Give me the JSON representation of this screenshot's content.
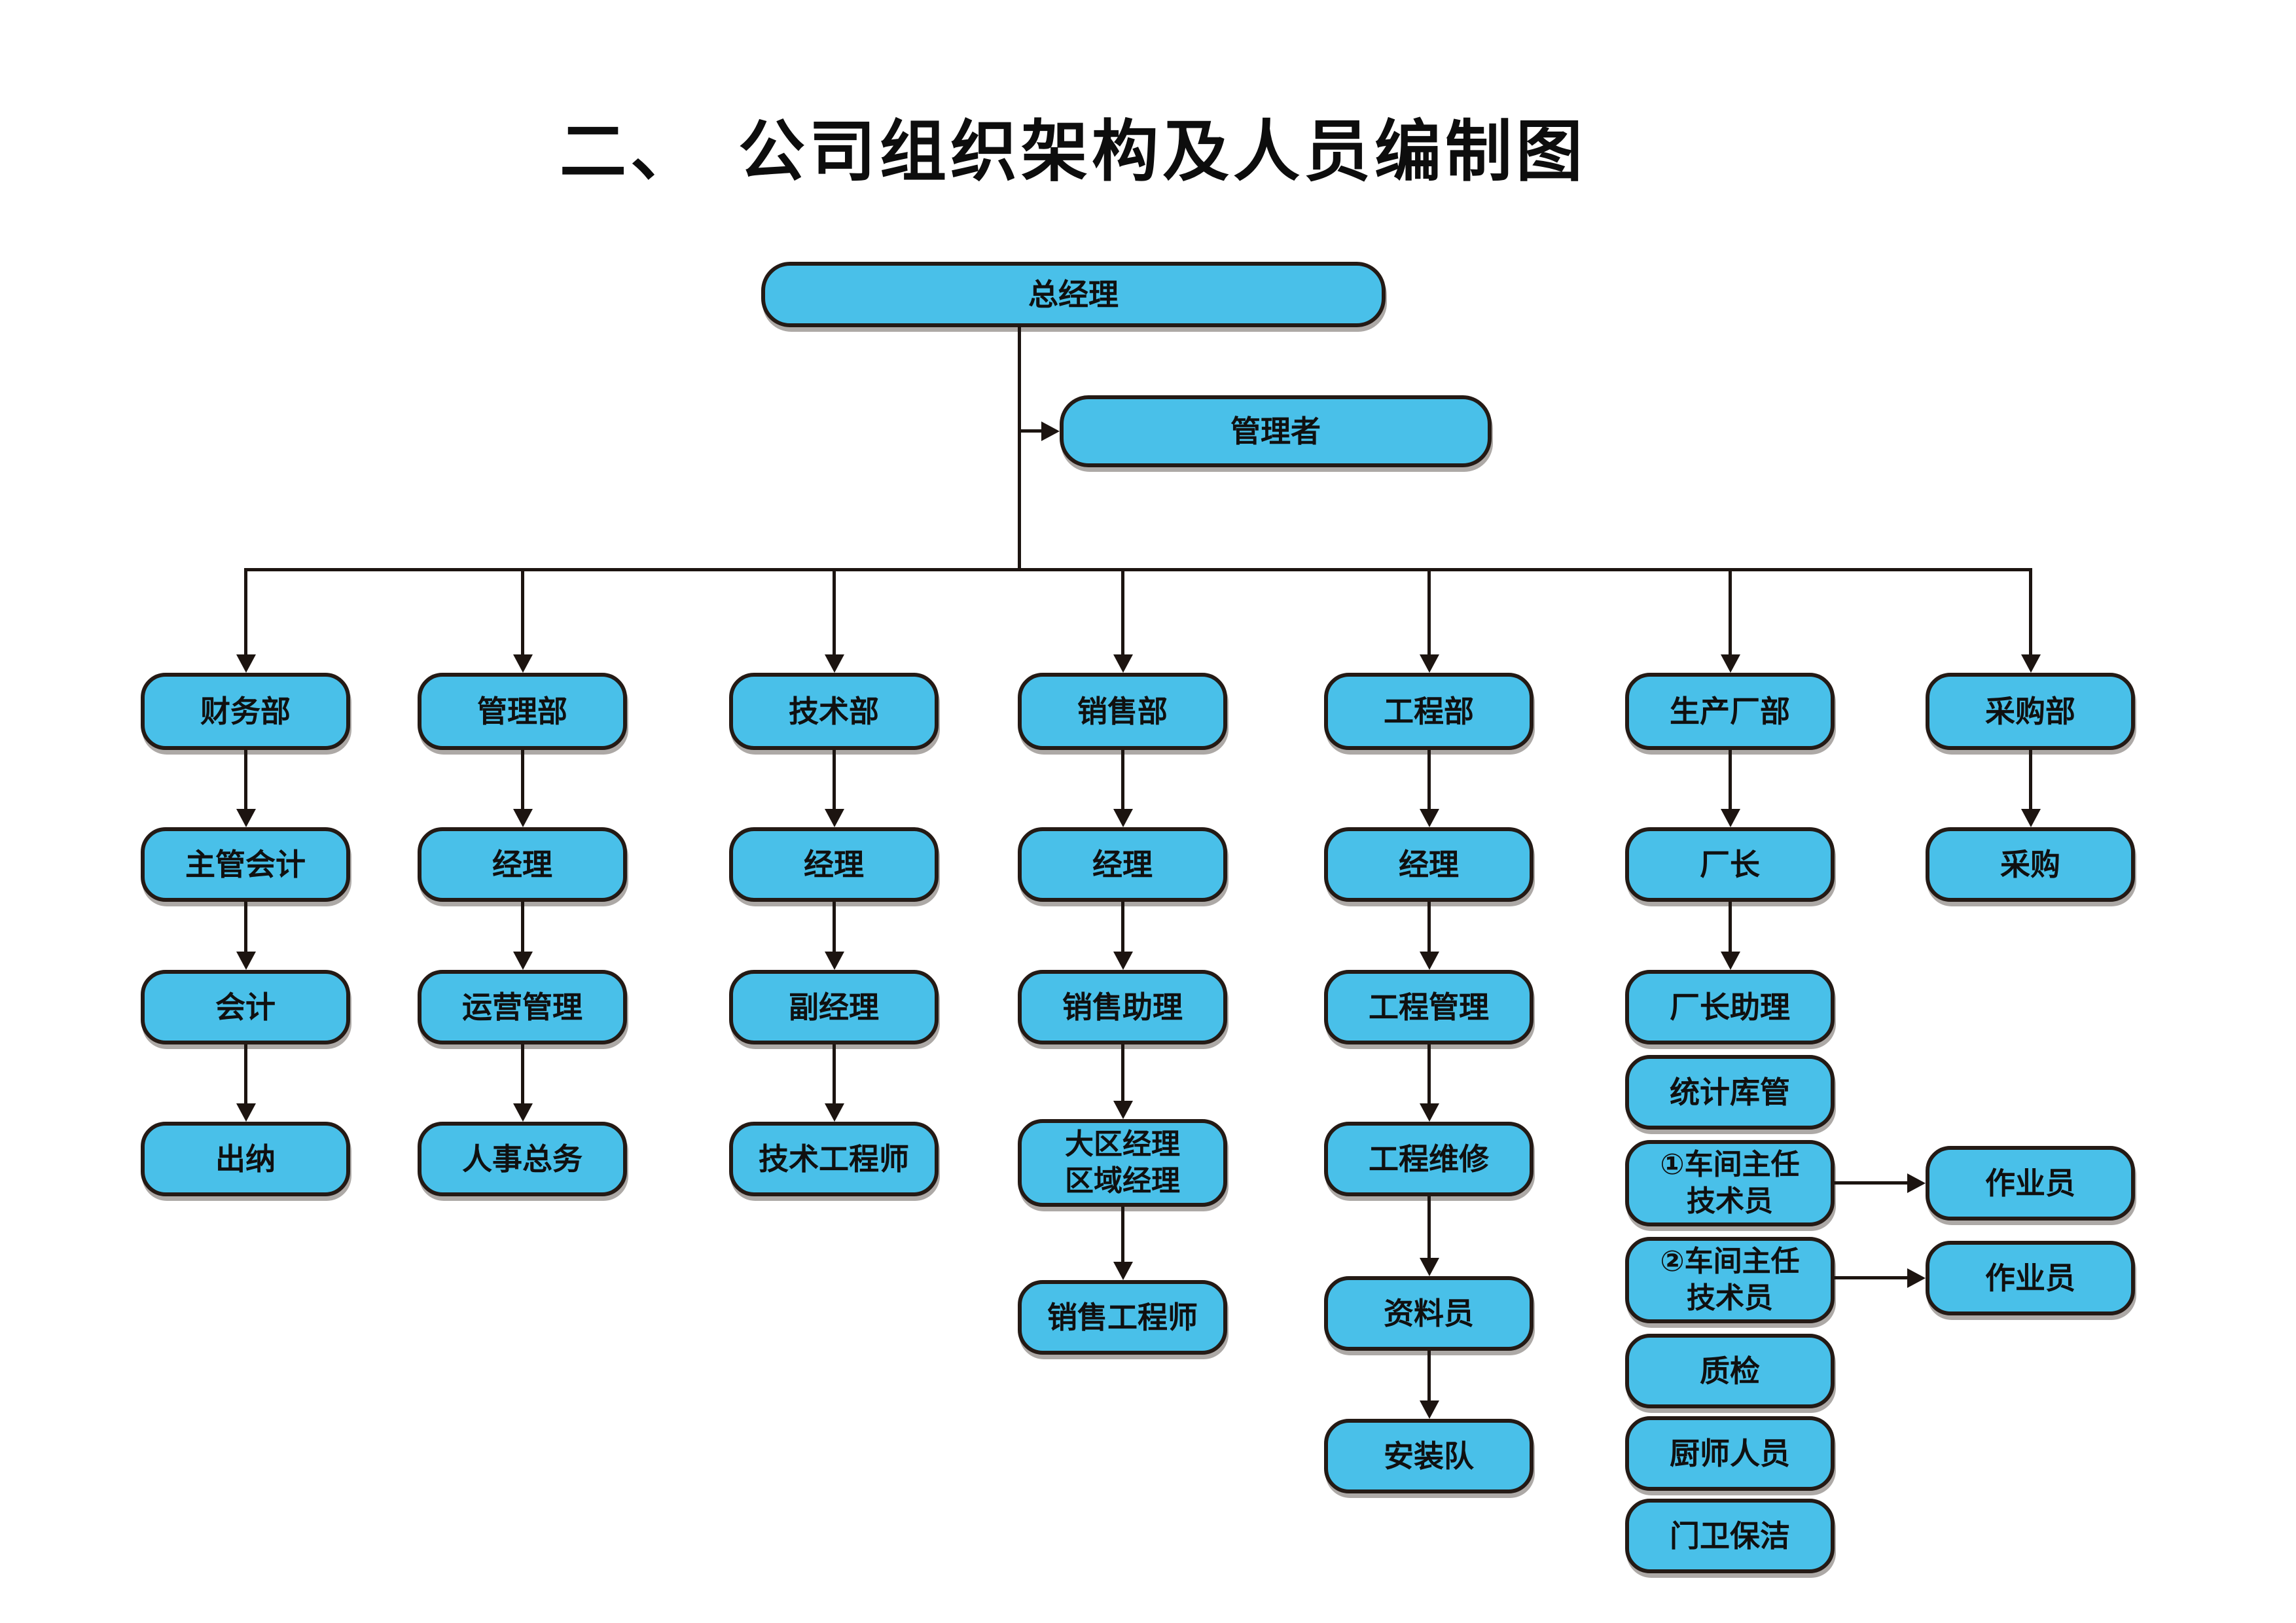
{
  "title": "二、　公司组织架构及人员编制图",
  "colors": {
    "node_fill": "#49C0E9",
    "node_border": "#241A15",
    "line": "#1C1410",
    "text": "#101010",
    "background": "#FFFFFF"
  },
  "org": {
    "ceo": {
      "label": "总经理"
    },
    "manager": {
      "label": "管理者"
    },
    "columns": [
      {
        "dept": "财务部",
        "roles": [
          "主管会计",
          "会计",
          "出纳"
        ]
      },
      {
        "dept": "管理部",
        "roles": [
          "经理",
          "运营管理",
          "人事总务"
        ]
      },
      {
        "dept": "技术部",
        "roles": [
          "经理",
          "副经理",
          "技术工程师"
        ]
      },
      {
        "dept": "销售部",
        "roles": [
          "经理",
          "销售助理",
          "大区经理\n区域经理",
          "销售工程师"
        ]
      },
      {
        "dept": "工程部",
        "roles": [
          "经理",
          "工程管理",
          "工程维修",
          "资料员",
          "安装队"
        ]
      },
      {
        "dept": "生产厂部",
        "roles": [
          "厂长",
          "厂长助理",
          "统计库管",
          "①车间主任\n技术员",
          "②车间主任\n技术员",
          "质检",
          "厨师人员",
          "门卫保洁"
        ],
        "operators": [
          "作业员",
          "作业员"
        ]
      },
      {
        "dept": "采购部",
        "roles": [
          "采购"
        ]
      }
    ]
  }
}
